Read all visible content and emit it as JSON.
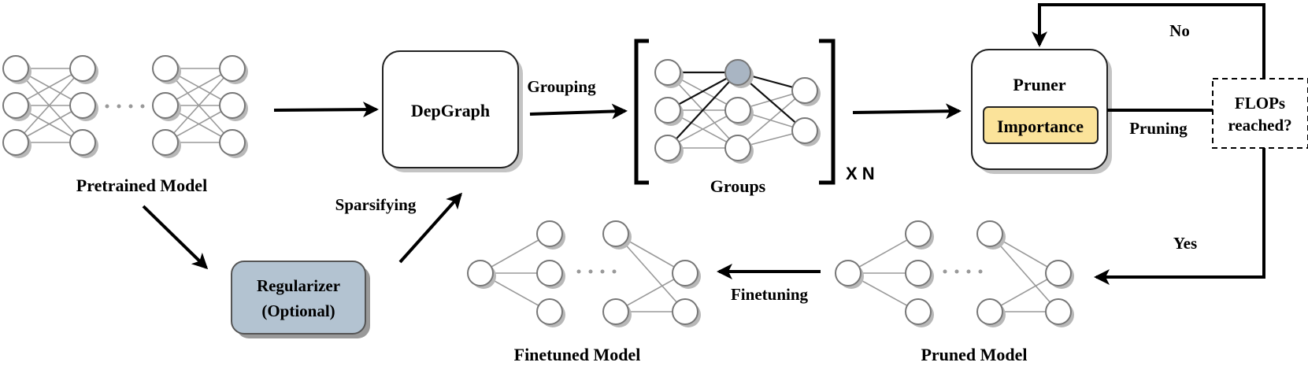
{
  "labels": {
    "pretrained_model": "Pretrained Model",
    "depgraph": "DepGraph",
    "grouping": "Grouping",
    "groups": "Groups",
    "repeat": "X N",
    "pruner": "Pruner",
    "importance": "Importance",
    "pruning": "Pruning",
    "flops_line1": "FLOPs",
    "flops_line2": "reached?",
    "no": "No",
    "yes": "Yes",
    "sparsifying": "Sparsifying",
    "regularizer_line1": "Regularizer",
    "regularizer_line2": "(Optional)",
    "finetuning": "Finetuning",
    "finetuned_model": "Finetuned Model",
    "pruned_model": "Pruned Model"
  },
  "colors": {
    "regularizer_fill": "#b3c3d1",
    "importance_fill": "#fbe39a",
    "highlight_node": "#a9b5c3"
  }
}
